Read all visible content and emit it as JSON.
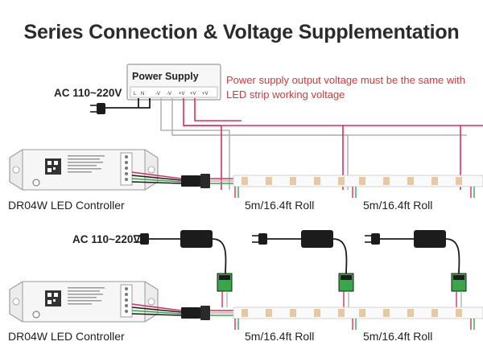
{
  "title": "Series Connection & Voltage Supplementation",
  "note": {
    "line1": "Power supply output voltage must be the same with",
    "line2": "LED strip working voltage"
  },
  "power_supply": {
    "title": "Power Supply",
    "terminals": [
      "L",
      "N",
      "-V",
      "-V",
      "+V",
      "+V",
      "+V"
    ]
  },
  "ac_input_label": "AC 110~220V",
  "controller_label": "DR04W LED Controller",
  "roll_label": "5m/16.4ft Roll",
  "colors": {
    "red_wire": "#d4325c",
    "gray_wire": "#b4b4b4",
    "green_wire": "#3aa64a",
    "black": "#1c1c1c"
  }
}
